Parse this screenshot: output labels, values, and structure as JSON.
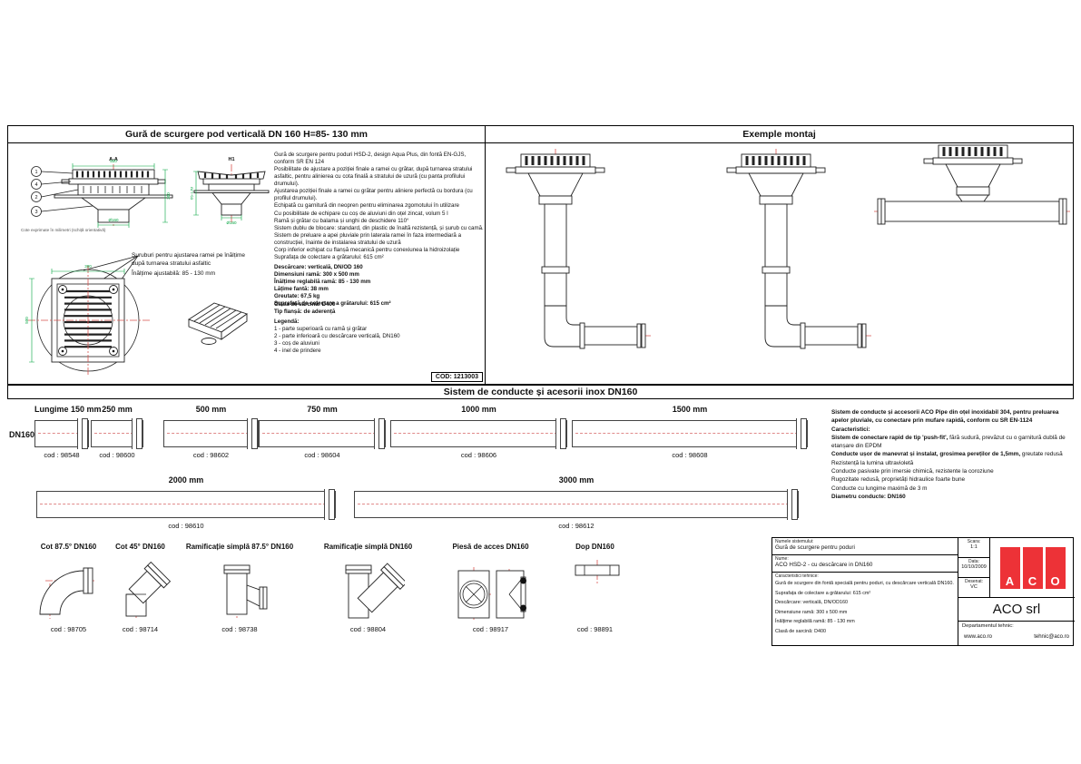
{
  "left_panel": {
    "title": "Gură de scurgere pod verticală DN 160 H=85- 130 mm",
    "drawing": {
      "caption": "Cote exprimate în milimetri (schiță orientativă)",
      "callout_line1": "Șuruburi pentru ajustarea ramei pe înălțime",
      "callout_line2": "după turnarea stratului asfaltic",
      "callout_line3": "Înălțime ajustabilă: 85 - 130 mm",
      "balloons": [
        "1",
        "4",
        "2",
        "3"
      ],
      "dims": {
        "aa": "A-A",
        "h1": "H1",
        "top_w": "500",
        "side_h": "300",
        "outlet": "Ø160",
        "adj": "85-130",
        "plan_top": "300",
        "plan_left": "500"
      }
    },
    "description": [
      "Gură de scurgere pentru poduri HSD-2, design Aqua Plus, din fontă EN-GJS, conform SR EN 124",
      "Posibilitate de ajustare a poziției finale a ramei cu grătar, după turnarea stratului asfaltic, pentru alinierea cu cota finală a stratului de uzură (cu panta profilului drumului).",
      "Ajustarea poziției finale a ramei cu grătar pentru aliniere perfectă cu bordura (cu profilul drumului).",
      "Echipată cu garnitură din neopren pentru eliminarea zgomotului în utilizare",
      "Cu posibilitate de echipare cu coș de aluviuni din oțel zincat, volum 5 l",
      "Ramă și grătar cu balama și unghi de deschidere 110°",
      "Sistem dublu de blocare: standard, din plastic de înaltă rezistență, și șurub cu camă.",
      "Sistem de preluare a apei pluviale prin laterala ramei în faza intermediară a construcției, înainte de instalarea stratului de uzură",
      "Corp inferior echipat cu flanșă mecanică pentru conexiunea la hidroizolație",
      "Suprafața de colectare a grătarului: 615 cm²"
    ],
    "specs": [
      "Descărcare: verticală, DN/OD 160",
      "Dimensiuni ramă: 300 x 500 mm",
      "Înălțime reglabilă ramă: 85 - 130 mm",
      "Lățime fantă: 38 mm",
      "Greutate: 67,5 kg",
      "Suprafață de colectare a grătarului: 615 cm²",
      "Clasa de sarcină: D400",
      "Tip flanșă: de aderență"
    ],
    "legend_title": "Legendă:",
    "legend": [
      "1 - parte superioară cu ramă și grătar",
      "2 - parte inferioară cu descărcare verticală, DN160",
      "3 - coș de aluviuni",
      "4 - inel de prindere"
    ],
    "code": "COD: 1213003"
  },
  "right_panel": {
    "title": "Exemple montaj"
  },
  "pipes": {
    "section_title": "Sistem de conducte și acesorii inox DN160",
    "dn_label": "DN160",
    "row1": [
      {
        "label": "Lungime 150 mm",
        "code": "cod : 98548"
      },
      {
        "label": "250 mm",
        "code": "cod : 98600"
      },
      {
        "label": "500 mm",
        "code": "cod : 98602"
      },
      {
        "label": "750 mm",
        "code": "cod : 98604"
      },
      {
        "label": "1000 mm",
        "code": "cod : 98606"
      },
      {
        "label": "1500 mm",
        "code": "cod : 98608"
      }
    ],
    "row2": [
      {
        "label": "2000 mm",
        "code": "cod : 98610"
      },
      {
        "label": "3000 mm",
        "code": "cod : 98612"
      }
    ],
    "info": {
      "lines": [
        {
          "b": "Sistem de conducte și accesorii ACO Pipe din oțel inoxidabil 304, pentru preluarea apelor pluviale, cu conectare prin mufare rapidă, conform cu SR EN-1124",
          "t": ""
        },
        {
          "b": "Caracteristici:",
          "t": ""
        },
        {
          "b": "Sistem de conectare rapid de tip 'push-fit',",
          "t": " fără sudură, prevăzut cu o garnitură dublă de etanșare din EPDM"
        },
        {
          "b": "Conducte ușor de manevrat și instalat, grosimea pereților de 1,5mm,",
          "t": " greutate redusă"
        },
        {
          "b": "",
          "t": "Rezistență la lumina ultravioletă"
        },
        {
          "b": "",
          "t": "Conducte pasivate prin imersie chimică, rezistente la coroziune"
        },
        {
          "b": "",
          "t": "Rugozitate redusă, proprietăți hidraulice foarte bune"
        },
        {
          "b": "",
          "t": "Conducte cu lungime maximă de 3 m"
        },
        {
          "b": "Diametru conducte: DN160",
          "t": ""
        }
      ]
    }
  },
  "fittings": [
    {
      "label": "Cot 87.5° DN160",
      "code": "cod : 98705"
    },
    {
      "label": "Cot 45° DN160",
      "code": "cod : 98714"
    },
    {
      "label": "Ramificație simplă 87.5° DN160",
      "code": "cod : 98738"
    },
    {
      "label": "Ramificație simplă DN160",
      "code": "cod : 98804"
    },
    {
      "label": "Piesă de acces DN160",
      "code": "cod : 98917"
    },
    {
      "label": "Dop DN160",
      "code": "cod : 98891"
    }
  ],
  "titleblock": {
    "system_label": "Numele sistemului:",
    "system_value": "Gură de scurgere pentru poduri",
    "name_label": "Nume:",
    "name_value": "ACO HSD-2 - cu descărcare in DN160",
    "tech_label": "Caracteristici tehnice:",
    "tech_lines": [
      "Gură de scurgere din fontă specială pentru poduri, cu descărcare verticală DN160.",
      "Suprafața de colectare a grătarului: 615 cm²",
      "Descărcare: verticală, DN/OD160",
      "Dimensiune ramă: 300 x 500 mm",
      "Înălțime reglabilă ramă: 85 - 130 mm",
      "Clasă de sarcină: D400"
    ],
    "scale_label": "Scara:",
    "scale_value": "1:1",
    "date_label": "Data:",
    "date_value": "10/10/2009",
    "drawn_label": "Desenat:",
    "drawn_value": "VC",
    "logo_letters": [
      "A",
      "C",
      "O"
    ],
    "company": "ACO srl",
    "department": "Departamentul tehnic:",
    "website": "www.aco.ro",
    "email": "tehnic@aco.ro",
    "brand_red": "#ed3237"
  }
}
